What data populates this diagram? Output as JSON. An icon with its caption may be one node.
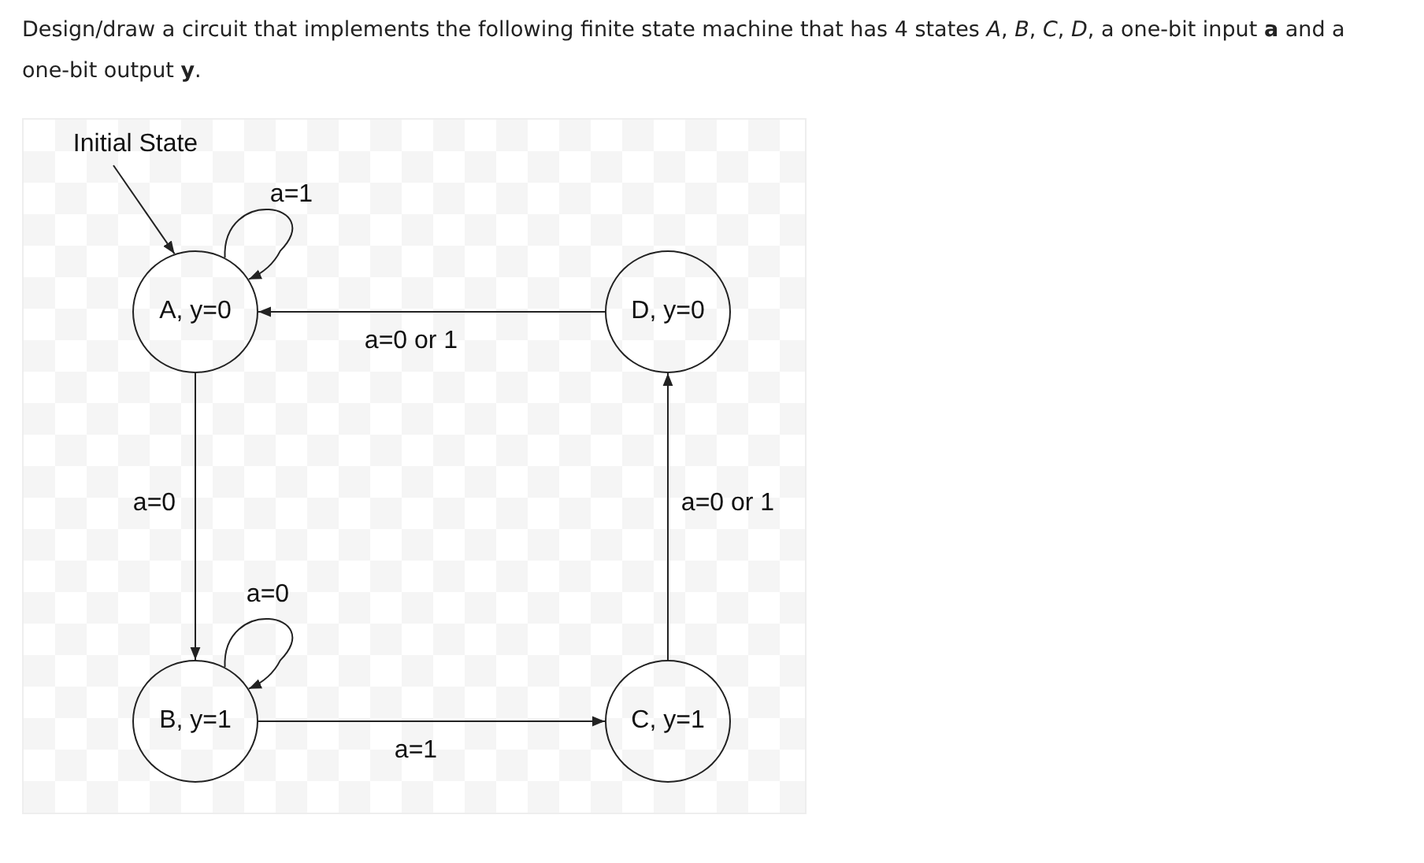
{
  "diagram": {
    "title": "Design/draw a circuit that implements the following finite state machine that has 4 states *A*, *B*, *C*, *D*, a one-bit input **a** and a one-bit output **y**.",
    "nodes": [
      {
        "text": [
          "Initial State"
        ]
      },
      {
        "text": [
          "A, y=0"
        ]
      },
      {
        "text": [
          "D, y=0"
        ]
      },
      {
        "text": [
          "B, y=1"
        ]
      },
      {
        "text": [
          "C, y=1"
        ]
      }
    ],
    "edges": [
      {
        "from": 0,
        "to": 1,
        "arrow": "to"
      },
      {
        "from": 1,
        "to": 1,
        "arrow": "to",
        "label": "a=1"
      },
      {
        "from": 2,
        "to": 1,
        "arrow": "to",
        "label": "a=0 or 1"
      },
      {
        "from": 1,
        "to": 3,
        "arrow": "to",
        "label": "a=0"
      },
      {
        "from": 3,
        "to": 3,
        "arrow": "to",
        "label": "a=0"
      },
      {
        "from": 3,
        "to": 4,
        "arrow": "to",
        "label": "a=1"
      },
      {
        "from": 4,
        "to": 2,
        "arrow": "to",
        "label": "a=0 or 1"
      }
    ]
  }
}
